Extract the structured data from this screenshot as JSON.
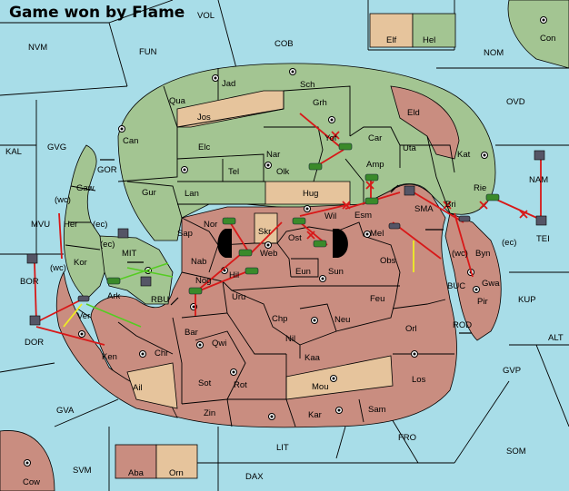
{
  "title": "Game won by Flame",
  "colors": {
    "sea": "#a8dde8",
    "flame_land": "#c98d80",
    "green_land": "#a3c592",
    "neutral_land": "#e6c49c",
    "move_arrow": "#d81818",
    "support_arrow": "#55cc22",
    "convoy_arrow": "#eeee22"
  },
  "legend_top": [
    "Elf",
    "Hel"
  ],
  "legend_bottom": [
    "Aba",
    "Orn"
  ],
  "sea_regions": [
    "VOL",
    "NVM",
    "FUN",
    "COB",
    "NOM",
    "Con",
    "OVD",
    "KAL",
    "GVG",
    "GOR",
    "MVU",
    "BOR",
    "MIT",
    "RBU",
    "SMA",
    "BUC",
    "ROD",
    "KUP",
    "ALT",
    "GVP",
    "GVA",
    "FRO",
    "SOM",
    "LIT",
    "SVM",
    "DAX",
    "Cow",
    "NAM",
    "TEI",
    "DOR"
  ],
  "land_regions": [
    "Jad",
    "Sch",
    "Qua",
    "Jos",
    "Grh",
    "Can",
    "Eld",
    "Elc",
    "Nar",
    "Yof",
    "Car",
    "Uta",
    "Tel",
    "Olk",
    "Kat",
    "Gur",
    "Lan",
    "Hug",
    "Amp",
    "Rie",
    "Esm",
    "Bri",
    "Wil",
    "Gaw",
    "Her",
    "Kor",
    "Sap",
    "Nor",
    "Skr",
    "Ost",
    "Mel",
    "Byn",
    "Gwa",
    "Web",
    "Obs",
    "Pir",
    "Nab",
    "Eun",
    "Sun",
    "Ark",
    "Ver",
    "Nog",
    "Hil",
    "Uru",
    "Feu",
    "Bar",
    "Chp",
    "Neu",
    "Qwi",
    "Nil",
    "Orl",
    "Ken",
    "Chr",
    "Kaa",
    "Ail",
    "Sot",
    "Rot",
    "Mou",
    "Los",
    "Zin",
    "Kar",
    "Sam"
  ],
  "annotations": [
    "(wc)",
    "(ec)",
    "(ec)",
    "(wc)",
    "(wc)",
    "(ec)"
  ]
}
